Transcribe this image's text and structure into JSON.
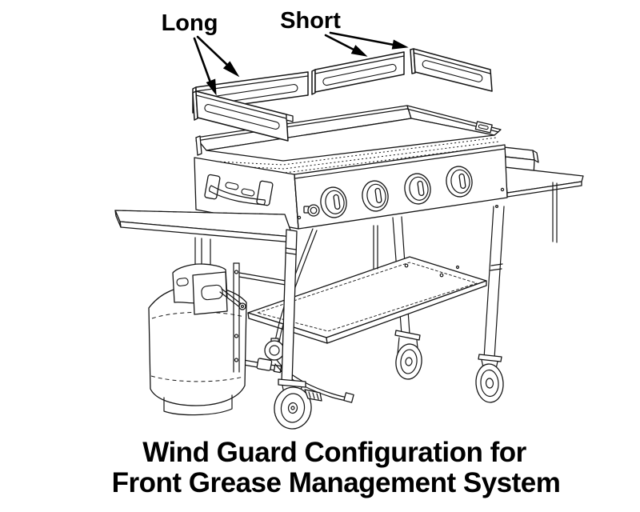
{
  "background": "#ffffff",
  "ink_color": "#000000",
  "labels": {
    "long": "Long",
    "short": "Short"
  },
  "caption": {
    "line1": "Wind Guard Configuration for",
    "line2": "Front Grease Management System"
  },
  "diagram": {
    "type": "technical-line-illustration",
    "subject": "griddle cart with wind guard panels",
    "parts": [
      "wind-guard-long-back-panel",
      "wind-guard-short-back-panel",
      "wind-guard-short-side-panel",
      "wind-guard-long-front-panel",
      "griddle-top",
      "burner-knobs",
      "igniter-button",
      "side-handle",
      "left-shelf",
      "right-shelf",
      "grease-cup",
      "propane-tank",
      "regulator-and-hose",
      "bottom-shelf",
      "caster-wheels"
    ]
  }
}
